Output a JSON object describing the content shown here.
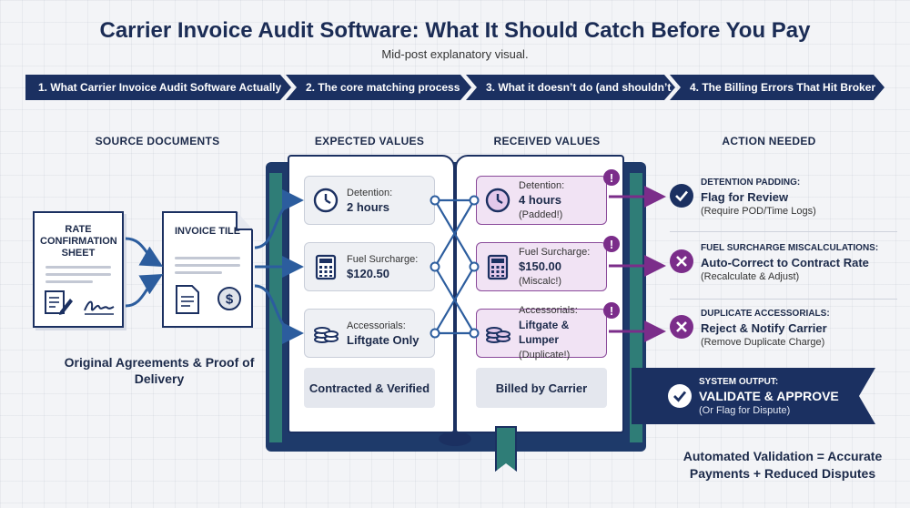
{
  "header": {
    "title": "Carrier Invoice Audit Software: What It Should Catch Before You Pay",
    "subtitle": "Mid-post explanatory visual."
  },
  "steps": [
    "1. What Carrier Invoice Audit Software Actually",
    "2. The core matching process",
    "3. What it doesn’t do (and shouldn’t",
    "4. The Billing Errors That Hit Broker"
  ],
  "columns": {
    "source": "SOURCE DOCUMENTS",
    "expected": "EXPECTED VALUES",
    "received": "RECEIVED VALUES",
    "action": "ACTION NEEDED"
  },
  "source": {
    "rate_doc_title": "RATE CONFIRMATION SHEET",
    "invoice_doc_title": "INVOICE TILE",
    "caption": "Original Agreements & Proof of Delivery"
  },
  "expected": {
    "items": [
      {
        "label": "Detention:",
        "value": "2 hours",
        "icon": "clock-icon"
      },
      {
        "label": "Fuel Surcharge:",
        "value": "$120.50",
        "icon": "calculator-icon"
      },
      {
        "label": "Accessorials:",
        "value": "Liftgate Only",
        "icon": "coins-icon"
      }
    ],
    "footer": "Contracted & Verified"
  },
  "received": {
    "items": [
      {
        "label": "Detention:",
        "value": "4 hours",
        "note": "(Padded!)",
        "icon": "clock-icon"
      },
      {
        "label": "Fuel Surcharge:",
        "value": "$150.00",
        "note": "(Miscalc!)",
        "icon": "calculator-icon"
      },
      {
        "label": "Accessorials:",
        "value": "Liftgate & Lumper",
        "note": "(Duplicate!)",
        "icon": "coins-icon"
      }
    ],
    "alert_mark": "!",
    "footer": "Billed by Carrier"
  },
  "actions": [
    {
      "heading": "DETENTION PADDING:",
      "main": "Flag for Review",
      "sub": "(Require POD/Time Logs)",
      "icon": "check-icon"
    },
    {
      "heading": "FUEL SURCHARGE MISCALCULATIONS:",
      "main": "Auto-Correct to Contract Rate",
      "sub": "(Recalculate & Adjust)",
      "icon": "x-icon"
    },
    {
      "heading": "DUPLICATE ACCESSORIALS:",
      "main": "Reject & Notify Carrier",
      "sub": "(Remove Duplicate Charge)",
      "icon": "x-icon"
    }
  ],
  "system_output": {
    "heading": "SYSTEM OUTPUT:",
    "main": "VALIDATE & APPROVE",
    "sub": "(Or Flag for Dispute)"
  },
  "summary": "Automated Validation = Accurate Payments + Reduced Disputes",
  "colors": {
    "navy": "#1b3061",
    "purple": "#7b2d8a",
    "teal": "#2f7d77",
    "flow_blue": "#2c5d9e"
  }
}
